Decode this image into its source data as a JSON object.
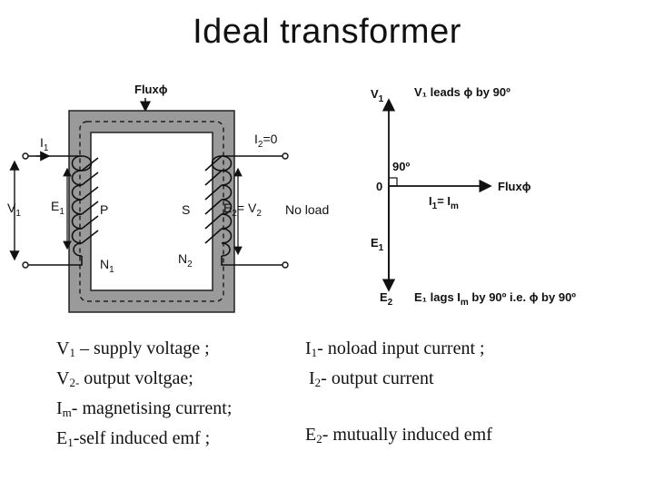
{
  "title": "Ideal transformer",
  "circuit": {
    "flux": "Fluxϕ",
    "i1": {
      "main": "I",
      "sub": "1"
    },
    "i2": {
      "main": "I",
      "sub": "2",
      "suffix": "=0"
    },
    "v1": {
      "main": "V",
      "sub": "1"
    },
    "e1": {
      "main": "E",
      "sub": "1"
    },
    "p": "P",
    "s": "S",
    "e2_eq": {
      "main": "E",
      "sub": "2",
      "eq": "= V",
      "eq_sub": "2"
    },
    "no_load": "No load",
    "n1": {
      "main": "N",
      "sub": "1"
    },
    "n2": {
      "main": "N",
      "sub": "2"
    }
  },
  "phasor": {
    "v1": {
      "main": "V",
      "sub": "1"
    },
    "v1_note": "V₁ leads ϕ by 90º",
    "angle": "90º",
    "origin": "0",
    "flux": "Fluxϕ",
    "i1_eq": {
      "main": "I",
      "sub": "1",
      "eq": "= I",
      "eq_sub": "m"
    },
    "e1": {
      "main": "E",
      "sub": "1"
    },
    "e2": {
      "main": "E",
      "sub": "2"
    },
    "e1_note_a": "E₁ lags I",
    "e1_note_sub": "m",
    "e1_note_b": " by 90º i.e. ϕ by 90º"
  },
  "legend": {
    "v1": {
      "sym": "V",
      "sub": "1",
      "text": " – supply voltage ;"
    },
    "v2": {
      "sym": "V",
      "sub": "2-",
      "text": " output voltgae;"
    },
    "im": {
      "sym": "I",
      "sub": "m",
      "text": "- magnetising current;"
    },
    "e1": {
      "sym": "E",
      "sub": "1",
      "text": "-self induced emf ;"
    },
    "i1": {
      "sym": "I",
      "sub": "1",
      "text": "- noload input current ;"
    },
    "i2": {
      "sym": "I",
      "sub": "2",
      "text": "- output current"
    },
    "e2": {
      "sym": "E",
      "sub": "2",
      "text": "- mutually induced emf"
    }
  }
}
